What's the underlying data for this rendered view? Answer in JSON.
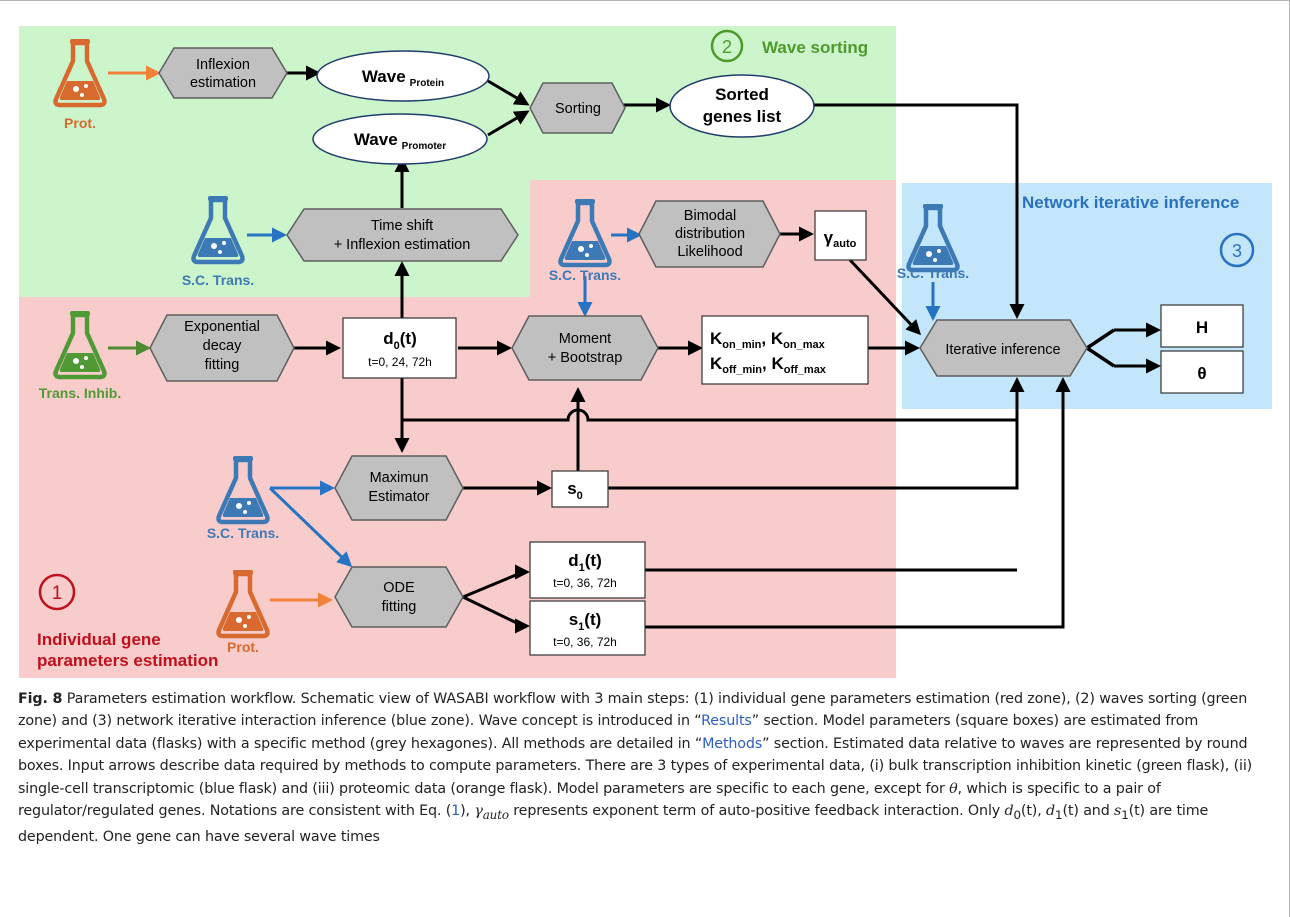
{
  "zones": {
    "wave_sorting": {
      "number": "2",
      "title": "Wave sorting",
      "color": "#4e9a2a"
    },
    "network": {
      "number": "3",
      "title": "Network iterative inference",
      "color": "#2a71c0"
    },
    "individual": {
      "number": "1",
      "title_line1": "Individual gene",
      "title_line2": "parameters estimation",
      "color": "#c0101d"
    }
  },
  "flasks": {
    "prot_top": "Prot.",
    "sc_wave": "S.C. Trans.",
    "sc_bimodal": "S.C. Trans.",
    "sc_network": "S.C. Trans.",
    "trans_inhib": "Trans. Inhib.",
    "sc_max": "S.C. Trans.",
    "prot_bottom": "Prot."
  },
  "methods": {
    "inflexion_line1": "Inflexion",
    "inflexion_line2": "estimation",
    "sorting": "Sorting",
    "timeshift_line1": "Time shift",
    "timeshift_line2": "+ Inflexion estimation",
    "bimodal_line1": "Bimodal",
    "bimodal_line2": "distribution",
    "bimodal_line3": "Likelihood",
    "expdecay_line1": "Exponential",
    "expdecay_line2": "decay",
    "expdecay_line3": "fitting",
    "moment_line1": "Moment",
    "moment_line2": "+ Bootstrap",
    "iterative": "Iterative inference",
    "maxest_line1": "Maximun",
    "maxest_line2": "Estimator",
    "ode_line1": "ODE",
    "ode_line2": "fitting"
  },
  "waves": {
    "protein_main": "Wave",
    "protein_sub": "Protein",
    "promoter_main": "Wave",
    "promoter_sub": "Promoter",
    "sorted_line1": "Sorted",
    "sorted_line2": "genes list"
  },
  "params": {
    "gamma_main": "γ",
    "gamma_sub": "auto",
    "d0_main": "d",
    "d0_sub": "0",
    "d0_suffix": "(t)",
    "d0_times": "t=0, 24, 72h",
    "k_letter": "K",
    "k_on_min": "on_min",
    "k_on_max": "on_max",
    "k_off_min": "off_min",
    "k_off_max": "off_max",
    "s0_main": "s",
    "s0_sub": "0",
    "d1_main": "d",
    "d1_sub": "1",
    "d1_suffix": "(t)",
    "d1_times": "t=0, 36, 72h",
    "s1_main": "s",
    "s1_sub": "1",
    "s1_suffix": "(t)",
    "s1_times": "t=0, 36, 72h",
    "H": "H",
    "theta": "θ"
  },
  "colors": {
    "green_zone": "#ccf5cc",
    "red_zone": "#f9cccc",
    "blue_zone": "#c3e6fb",
    "hexagon": "#c0c0c0",
    "orange_flask": "#d86a2f",
    "blue_flask": "#3d7ab5",
    "green_flask": "#4f9a35",
    "orange_arrow": "#f2813a",
    "blue_arrow": "#2673c4",
    "green_arrow": "#4e8a32",
    "link": "#2a5fc0"
  },
  "caption": {
    "fig_label": "Fig. 8",
    "title": "Parameters estimation workflow.",
    "t1": "Schematic view of WASABI workflow with 3 main steps: (1) individual gene parameters estimation (red zone), (2) waves sorting (green zone) and (3) network iterative interaction inference (blue zone). Wave concept is introduced in “",
    "link_results": "Results",
    "t2": "” section. Model parameters (square boxes) are estimated from experimental data (flasks) with a specific method (grey hexagones). All methods are detailed in “",
    "link_methods": "Methods",
    "t3": "” section. Estimated data relative to waves are represented by round boxes. Input arrows describe data required by methods to compute parameters. There are 3 types of experimental data, (i) bulk transcription inhibition kinetic (green flask), (ii) single-cell transcriptomic (blue flask) and (iii) proteomic data (orange flask). Model parameters are specific to each gene, except for ",
    "theta": "θ",
    "t4": ", which is specific to a pair of regulator/regulated genes. Notations are consistent with Eq. (",
    "link_eq": "1",
    "t5": "), ",
    "gamma": "γ",
    "gamma_sub": "auto",
    "t6": " represents exponent term of auto-positive feedback interaction. Only ",
    "d0": "d",
    "d0_sub": "0",
    "t7": "(t), ",
    "d1": "d",
    "d1_sub": "1",
    "t8": "(t) and ",
    "s1": "s",
    "s1_sub": "1",
    "t9": "(t) are time dependent. One gene can have several wave times"
  }
}
